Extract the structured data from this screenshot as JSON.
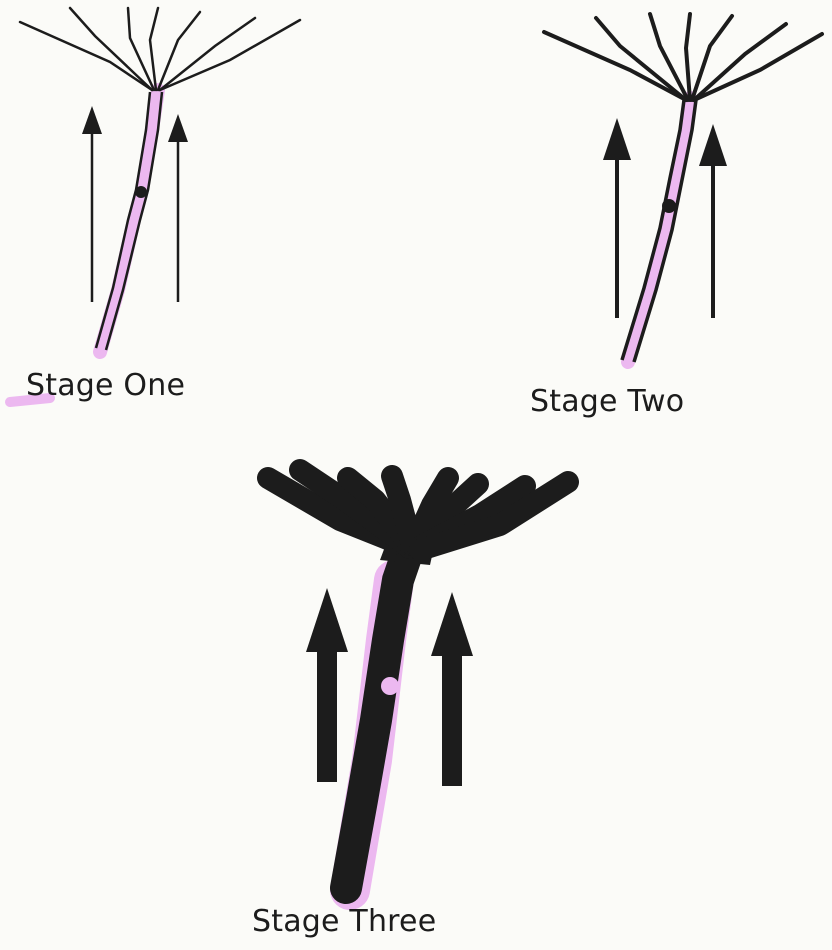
{
  "stages": [
    {
      "label": "Stage One"
    },
    {
      "label": "Stage Two"
    },
    {
      "label": "Stage Three"
    }
  ],
  "colors": {
    "ink": "#1c1c1c",
    "highlight": "#ecb8f0",
    "paper": "#fbfbf8"
  }
}
